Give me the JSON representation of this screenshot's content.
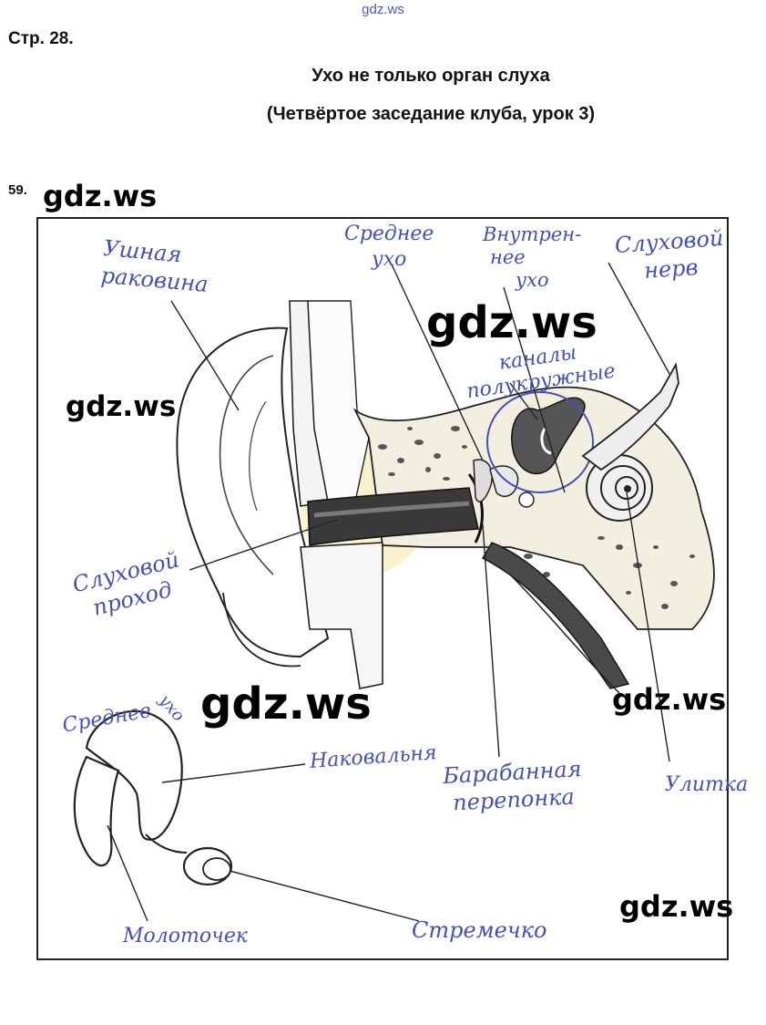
{
  "header": {
    "watermark_top": "gdz.ws",
    "page_ref": "Стр. 28.",
    "title": "Ухо не только орган слуха",
    "subtitle": "(Четвёртое заседание клуба, урок 3)"
  },
  "task": {
    "number": "59."
  },
  "watermarks": [
    "gdz.ws",
    "gdz.ws",
    "gdz.ws",
    "gdz.ws",
    "gdz.ws",
    "gdz.ws"
  ],
  "labels": {
    "auricle": [
      "Ушная",
      "раковина"
    ],
    "middle_ear": [
      "Среднее",
      "ухо"
    ],
    "inner_ear": [
      "Внутрен-",
      "нее",
      "ухо"
    ],
    "auditory_nerve": [
      "Слуховой",
      "нерв"
    ],
    "semicircular_canals": [
      "каналы",
      "полукружные"
    ],
    "ear_canal": [
      "Слуховой",
      "проход"
    ],
    "eardrum": [
      "Барабанная",
      "перепонка"
    ],
    "cochlea": "Улитка",
    "ossicles_middle_ear": [
      "Среднее",
      "ухо"
    ],
    "incus": "Наковальня",
    "malleus": "Молоточек",
    "stapes": "Стремечко"
  },
  "colors": {
    "handwriting": "#4650b4",
    "ink": "#222222",
    "canal_dark": "#3a3a3a",
    "bone_fill": "#f2eee0"
  }
}
